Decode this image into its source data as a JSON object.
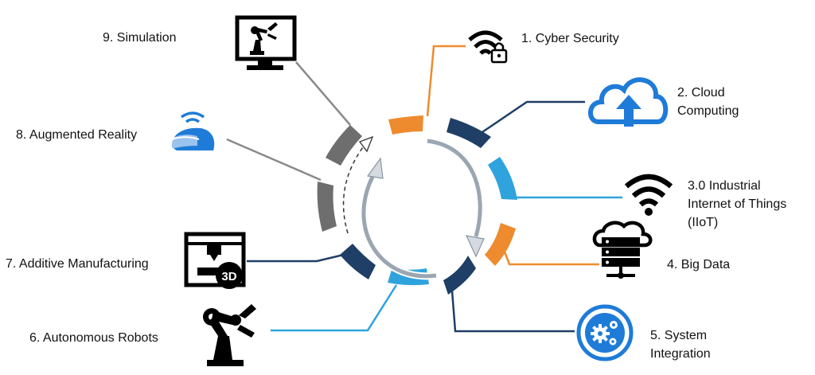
{
  "labels": {
    "cyber_security": "1.  Cyber Security",
    "cloud_1": "2.  Cloud",
    "cloud_2": "Computing",
    "iiot_1": "3.0 Industrial",
    "iiot_2": "Internet of Things",
    "iiot_3": "(IIoT)",
    "big_data": "4.  Big Data",
    "system_1": "5.  System",
    "system_2": "Integration",
    "robots": "6.  Autonomous Robots",
    "additive": "7.  Additive Manufacturing",
    "ar": "8.  Augmented Reality",
    "simulation": "9.  Simulation",
    "printer_badge": "3D"
  },
  "colors": {
    "orange": "#ED8B2E",
    "navy": "#1F3F66",
    "light_blue": "#2EA3DE",
    "gray": "#6E6E6E",
    "blue_icon": "#1F7BD8",
    "inner_arrow": "#9AA6B2",
    "ink": "#000000"
  },
  "icons": {
    "cyber_security": "wifi-lock-icon",
    "cloud": "cloud-upload-icon",
    "iiot": "wifi-icon",
    "big_data": "cloud-server-icon",
    "system": "gears-icon",
    "robots": "robot-arm-icon",
    "additive": "3d-printer-icon",
    "ar": "vr-headset-icon",
    "simulation": "monitor-robot-icon"
  }
}
